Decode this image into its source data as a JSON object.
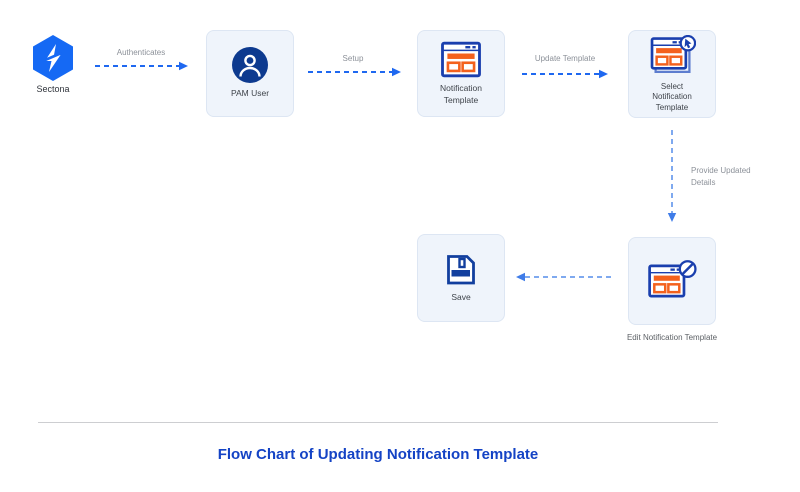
{
  "title": "Flow Chart of Updating Notification Template",
  "brand": {
    "name": "Sectona"
  },
  "nodes": {
    "pam_user": {
      "label": "PAM User"
    },
    "notification_template": {
      "line1": "Notification",
      "line2": "Template"
    },
    "select_notification_template": {
      "line1": "Select",
      "line2": "Notification",
      "line3": "Template"
    },
    "save": {
      "label": "Save"
    },
    "edit_notification_template": {
      "label": "Edit Notification Template"
    }
  },
  "arrows": {
    "authenticates": {
      "label": "Authenticates"
    },
    "setup": {
      "label": "Setup"
    },
    "update_template": {
      "label": "Update Template"
    },
    "provide_updated_details": {
      "line1": "Provide Updated",
      "line2": "Details"
    }
  },
  "colors": {
    "brand_blue": "#1569f4",
    "arrow_blue": "#1f68f0",
    "arrow_light_blue": "#7fa9ef",
    "icon_navy": "#1a3fae",
    "user_circle_navy": "#0d3a8f",
    "icon_orange": "#f4611d",
    "node_background": "#eff4fb",
    "node_border": "#dde6f3",
    "title_blue": "#1443c5",
    "label_gray": "#8c9199"
  }
}
